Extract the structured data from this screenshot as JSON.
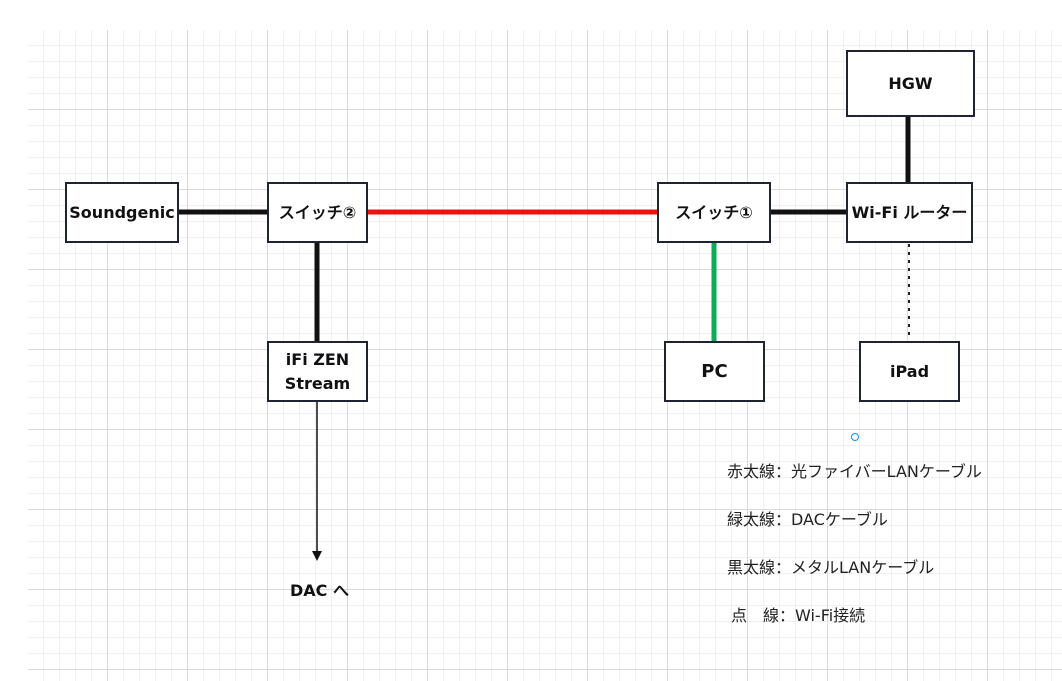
{
  "colors": {
    "red_line": "#ee1111",
    "green_line": "#11aa55",
    "black_line": "#111111",
    "grid": "#d9d9d9",
    "box_border": "#1f2336",
    "selection_handle": "#1a8cff"
  },
  "nodes": {
    "hgw": "HGW",
    "wifi_router": "Wi-Fi ルーター",
    "switch1": "スイッチ①",
    "switch2": "スイッチ②",
    "soundgenic": "Soundgenic",
    "ifi_zen": "iFi ZEN\nStream",
    "pc": "PC",
    "ipad": "iPad"
  },
  "arrow_label": "DAC へ",
  "legend": {
    "red": "赤太線：光ファイバーLANケーブル",
    "green": "緑太線：DACケーブル",
    "black": "黒太線：メタルLANケーブル",
    "dotted": "点　線：Wi-Fi接続"
  }
}
